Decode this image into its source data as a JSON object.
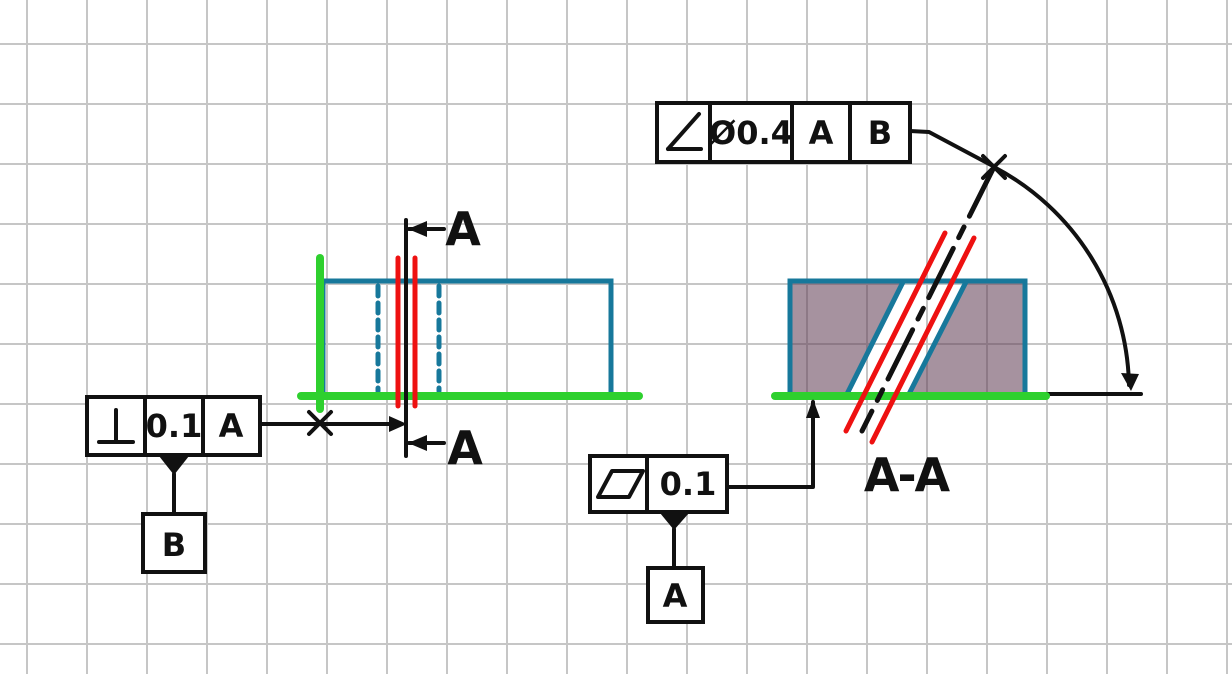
{
  "colors": {
    "ink_black": "#111111",
    "feature_blue": "#17789b",
    "datum_highlight_green": "#2ed02e",
    "tolerance_zone_red": "#ee1111",
    "section_fill_mauve": "#603c54",
    "grid_gray": "#c6c6c6"
  },
  "fcf_angularity": {
    "symbol": "angularity",
    "tolerance": "Ø0.4",
    "datums": [
      "A",
      "B"
    ]
  },
  "fcf_perpendicularity": {
    "symbol": "perpendicularity",
    "tolerance": "0.1",
    "datums": [
      "A"
    ],
    "attached_datum": "B"
  },
  "fcf_parallelism": {
    "symbol": "parallelism",
    "tolerance": "0.1",
    "attached_datum": "A"
  },
  "section": {
    "cut_label_top": "A",
    "cut_label_bottom": "A",
    "view_label": "A-A"
  }
}
